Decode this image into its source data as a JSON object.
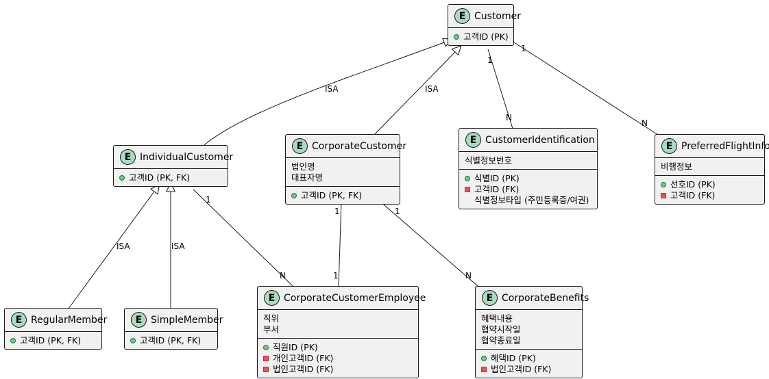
{
  "entities": {
    "customer": {
      "name": "Customer",
      "attributes": [],
      "keys": [
        {
          "kind": "pk",
          "text": "고객ID (PK)"
        }
      ]
    },
    "individual": {
      "name": "IndividualCustomer",
      "attributes": [],
      "keys": [
        {
          "kind": "pk",
          "text": "고객ID (PK, FK)"
        }
      ]
    },
    "corporate": {
      "name": "CorporateCustomer",
      "attributes": [
        "법인명",
        "대표자명"
      ],
      "keys": [
        {
          "kind": "pk",
          "text": "고객ID (PK, FK)"
        }
      ]
    },
    "identification": {
      "name": "CustomerIdentification",
      "attributes": [
        "식별정보번호"
      ],
      "keys": [
        {
          "kind": "pk",
          "text": "식별ID (PK)"
        },
        {
          "kind": "fk",
          "text": "고객ID (FK)"
        },
        {
          "kind": "none",
          "text": "식별정보타입 (주민등록증/여권)"
        }
      ]
    },
    "flight": {
      "name": "PreferredFlightInfo",
      "attributes": [
        "비행정보"
      ],
      "keys": [
        {
          "kind": "pk",
          "text": "선호ID (PK)"
        },
        {
          "kind": "fk",
          "text": "고객ID (FK)"
        }
      ]
    },
    "regular": {
      "name": "RegularMember",
      "attributes": [],
      "keys": [
        {
          "kind": "pk",
          "text": "고객ID (PK, FK)"
        }
      ]
    },
    "simple": {
      "name": "SimpleMember",
      "attributes": [],
      "keys": [
        {
          "kind": "pk",
          "text": "고객ID (PK, FK)"
        }
      ]
    },
    "employee": {
      "name": "CorporateCustomerEmployee",
      "attributes": [
        "직위",
        "부서"
      ],
      "keys": [
        {
          "kind": "pk",
          "text": "직원ID (PK)"
        },
        {
          "kind": "fk",
          "text": "개인고객ID (FK)"
        },
        {
          "kind": "fk",
          "text": "법인고객ID (FK)"
        }
      ]
    },
    "benefits": {
      "name": "CorporateBenefits",
      "attributes": [
        "혜택내용",
        "협약시작일",
        "협약종료일"
      ],
      "keys": [
        {
          "kind": "pk",
          "text": "혜택ID (PK)"
        },
        {
          "kind": "fk",
          "text": "법인고객ID (FK)"
        }
      ]
    }
  },
  "relations": {
    "isa_individual": "ISA",
    "isa_corporate": "ISA",
    "isa_regular": "ISA",
    "isa_simple": "ISA",
    "cust_ident_src": "1",
    "cust_ident_dst": "N",
    "cust_flight_src": "1",
    "cust_flight_dst": "N",
    "ind_emp_src": "1",
    "ind_emp_dst": "N",
    "corp_emp_src": "1",
    "corp_emp_dst": "1",
    "corp_ben_src": "1",
    "corp_ben_dst": "N"
  },
  "badge_letter": "E",
  "colors": {
    "entity_fill": "#f1f1f1",
    "badge_fill": "#a9dcbf",
    "pk_marker": "#84be84",
    "fk_marker": "#f24d5c",
    "line": "#181818"
  }
}
